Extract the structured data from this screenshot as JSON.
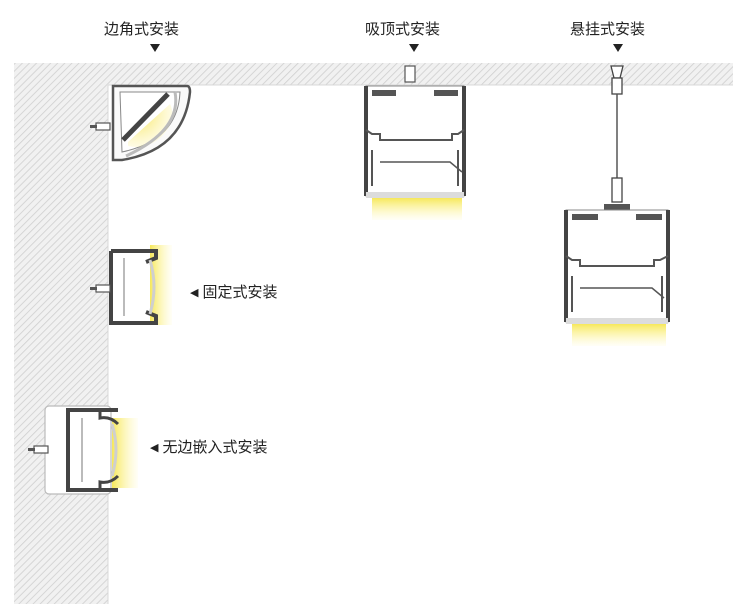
{
  "labels": {
    "corner": "边角式安装",
    "ceiling": "吸顶式安装",
    "suspended": "悬挂式安装",
    "surface": "固定式安装",
    "recessed": "无边嵌入式安装"
  },
  "colors": {
    "wall_hatch": "#c8c8c8",
    "wall_bg": "#f2f2f2",
    "profile_stroke": "#4a4a4a",
    "diffuser": "#dcdcdc",
    "light_glow": "#f3e35a",
    "text": "#222222"
  }
}
